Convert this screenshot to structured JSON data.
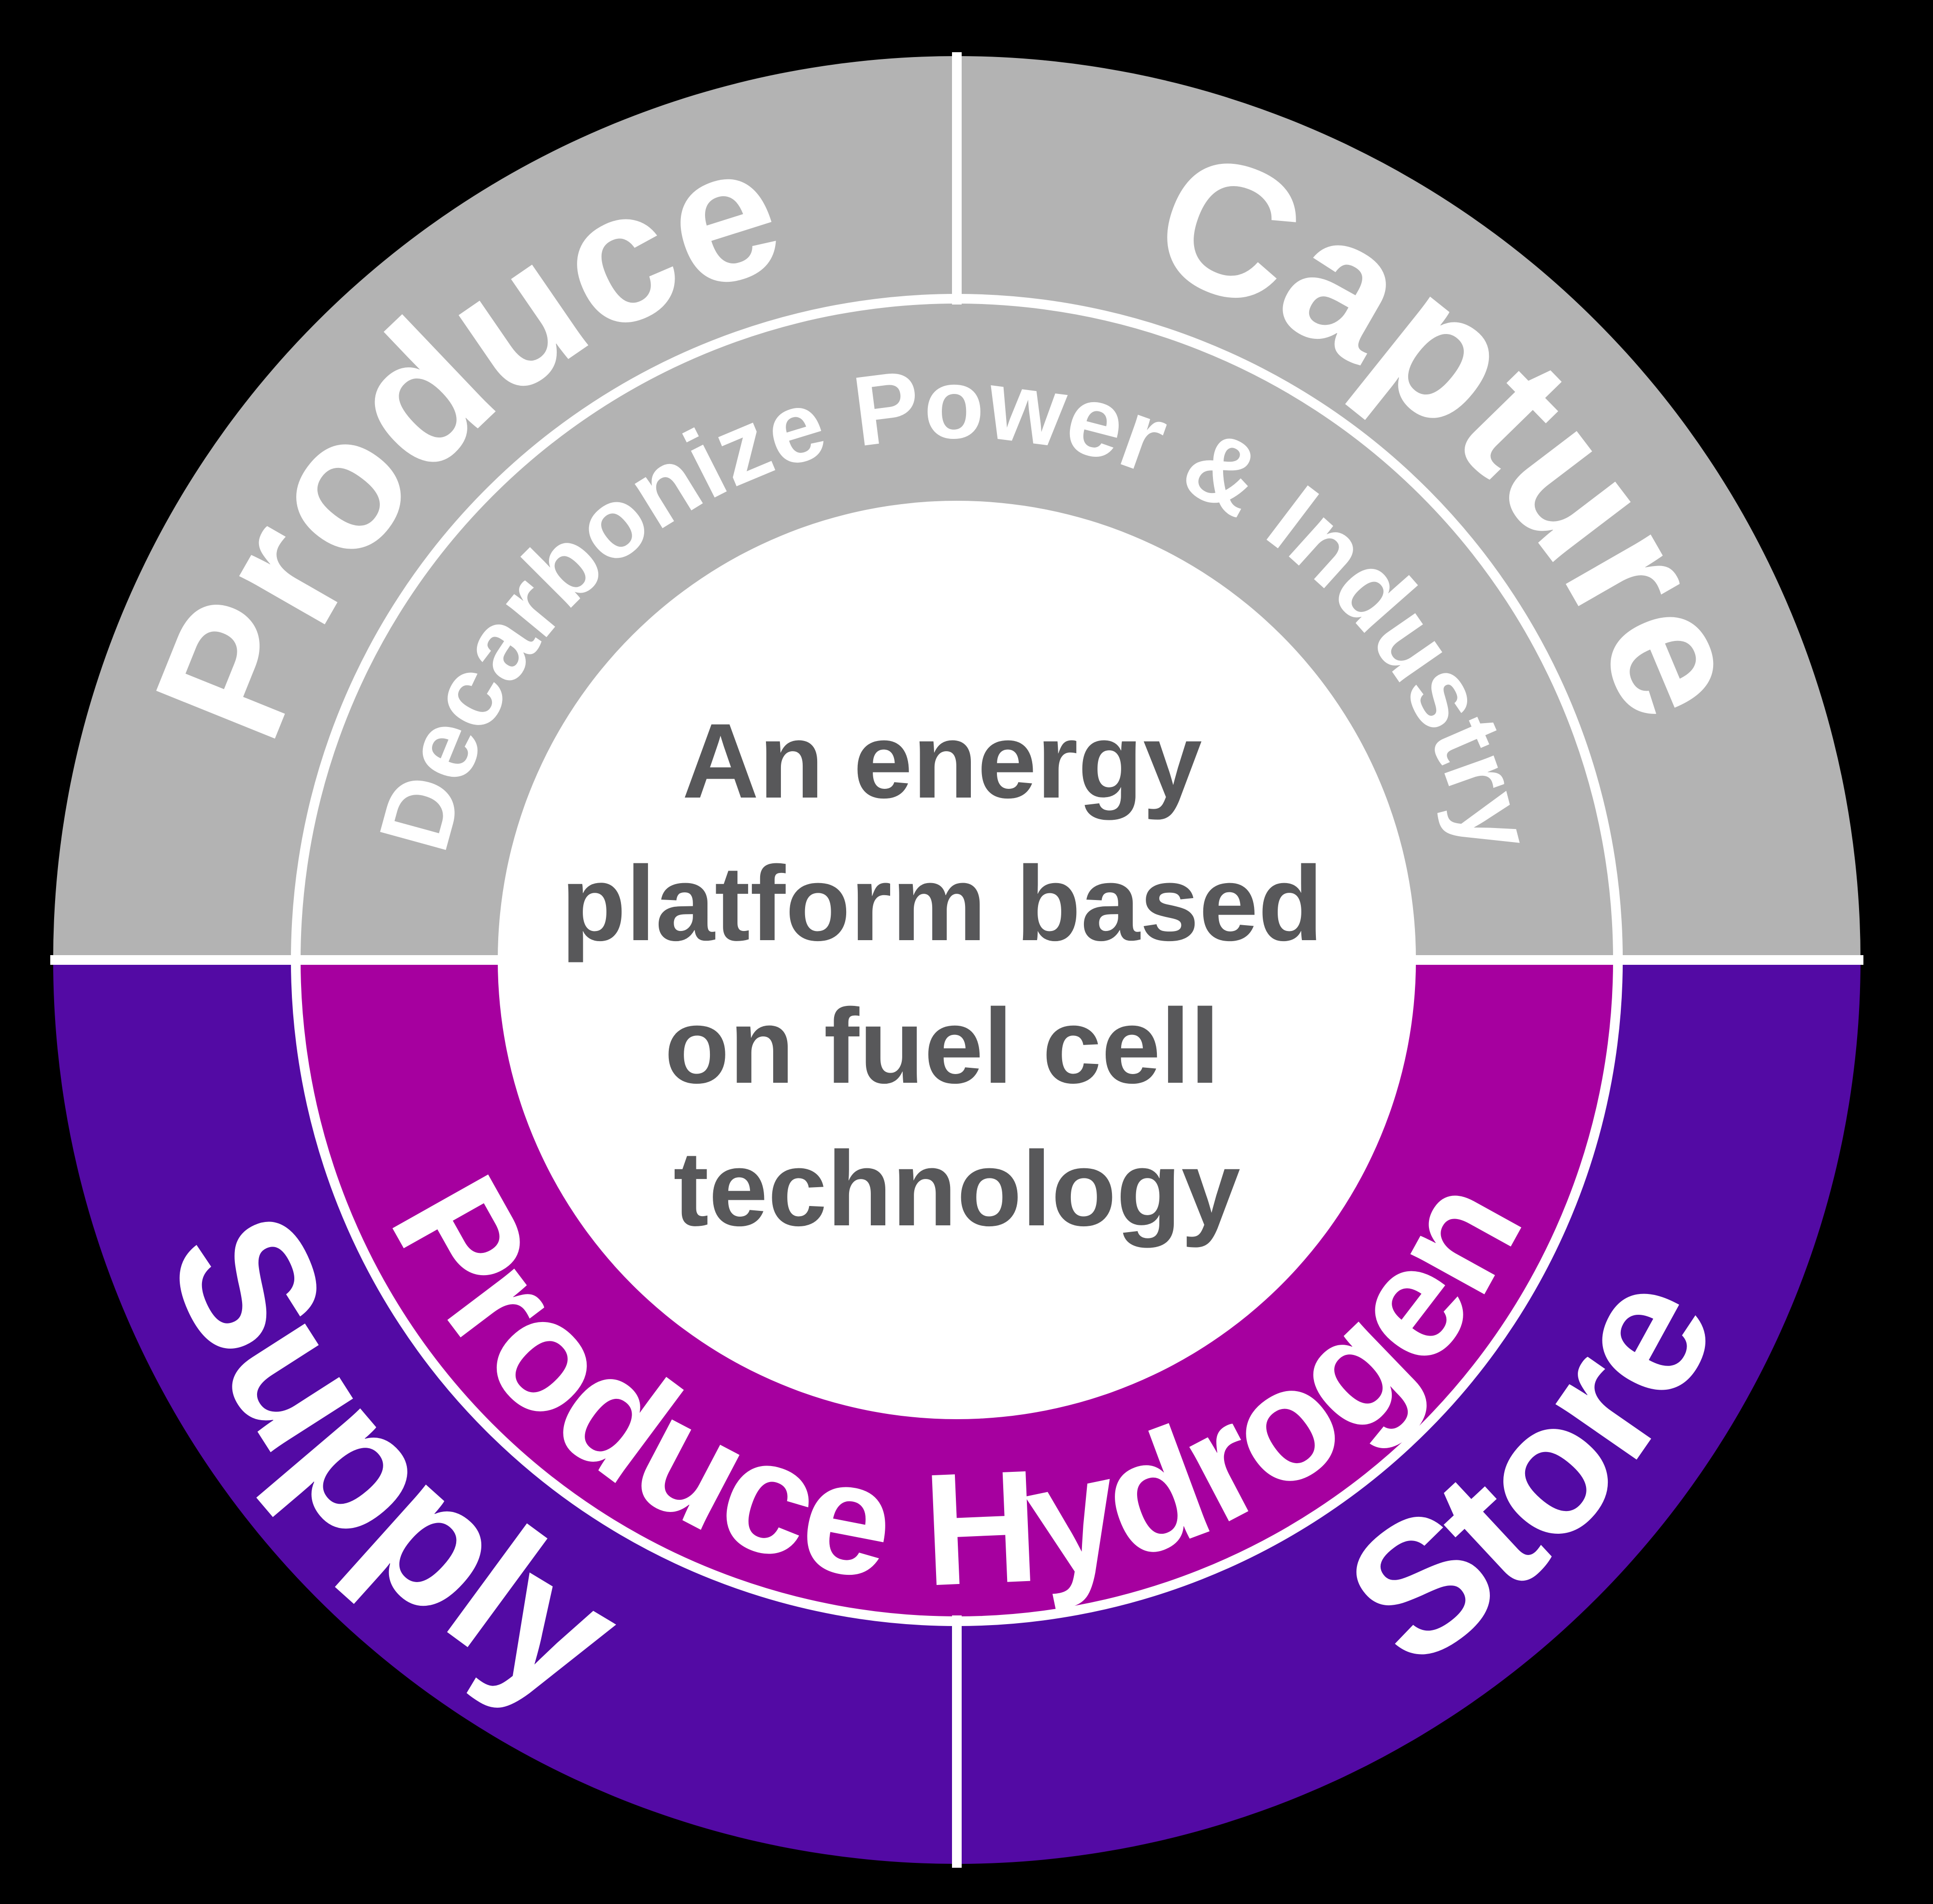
{
  "background_color": "#000000",
  "diagram": {
    "title_role": "energy-platform-cycle-diagram",
    "center": {
      "lines": [
        "An energy",
        "platform based",
        "on fuel cell",
        "technology"
      ],
      "text_color": "#58585A",
      "circle_color": "#FFFFFF"
    },
    "middle_ring": {
      "top_label": "Decarbonize Power & Industry",
      "bottom_label": "Produce Hydrogen",
      "top_color": "#B3B3B3",
      "bottom_color": "#A6009F",
      "text_color": "#FFFFFF"
    },
    "outer_ring": {
      "top_left_label": "Produce",
      "top_right_label": "Capture",
      "bottom_left_label": "Supply",
      "bottom_right_label": "Store",
      "top_color": "#B3B3B3",
      "bottom_color": "#530AA4",
      "text_color": "#FFFFFF"
    },
    "divider_color": "#FFFFFF"
  }
}
